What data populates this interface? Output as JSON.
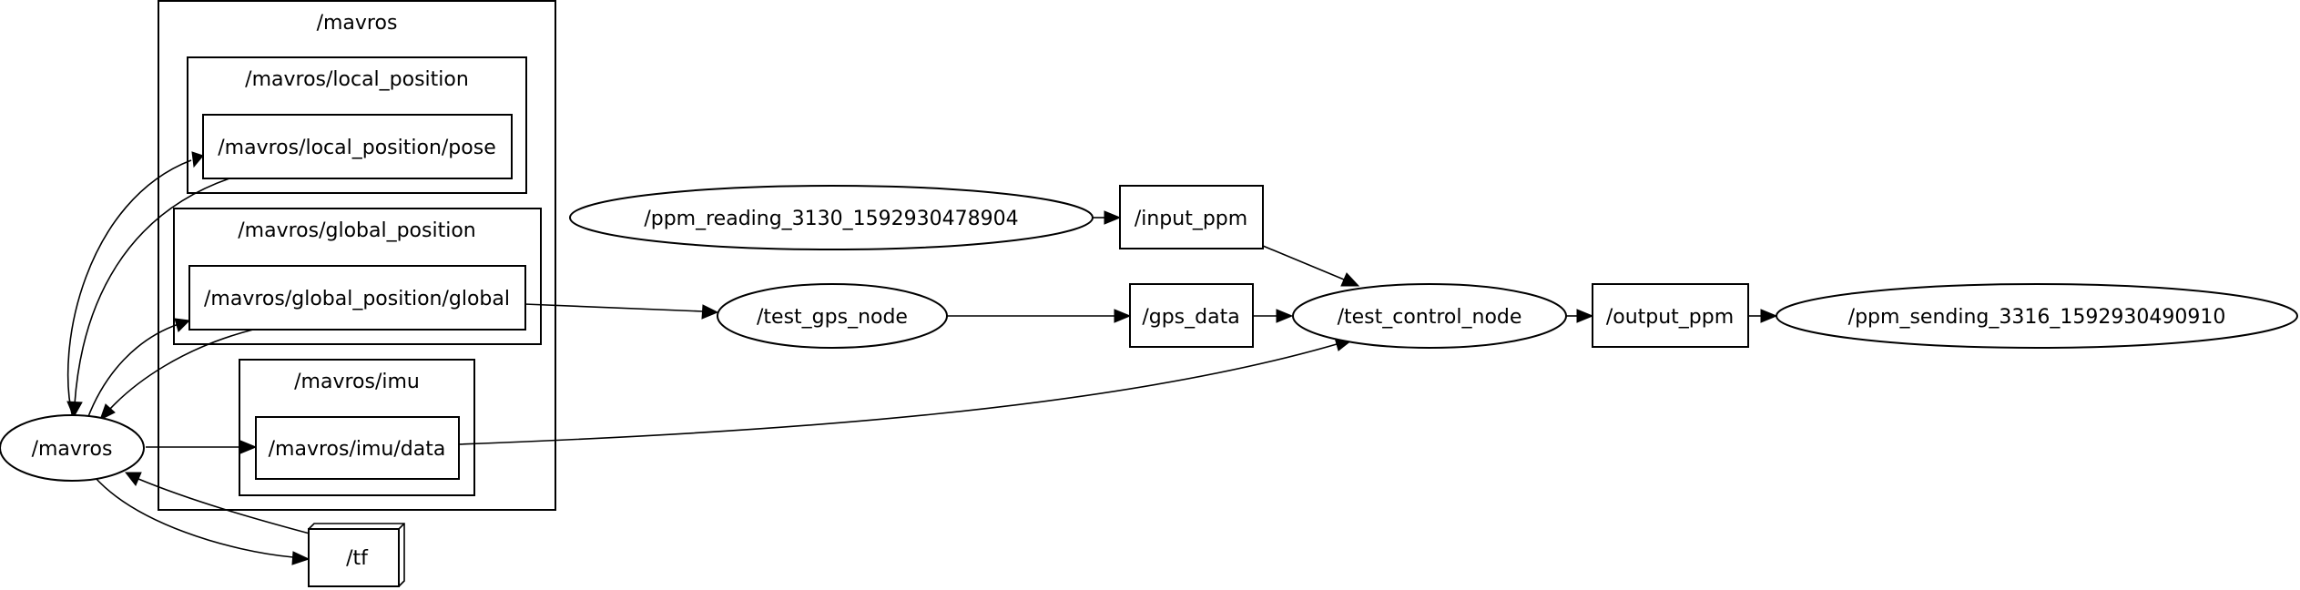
{
  "clusters": {
    "mavros": "/mavros",
    "local_position": "/mavros/local_position",
    "global_position": "/mavros/global_position",
    "imu": "/mavros/imu"
  },
  "topics": {
    "local_pose": "/mavros/local_position/pose",
    "global_global": "/mavros/global_position/global",
    "imu_data": "/mavros/imu/data",
    "input_ppm": "/input_ppm",
    "gps_data": "/gps_data",
    "output_ppm": "/output_ppm",
    "tf": "/tf"
  },
  "nodes": {
    "mavros": "/mavros",
    "ppm_reading": "/ppm_reading_3130_1592930478904",
    "test_gps_node": "/test_gps_node",
    "test_control_node": "/test_control_node",
    "ppm_sending": "/ppm_sending_3316_1592930490910"
  }
}
